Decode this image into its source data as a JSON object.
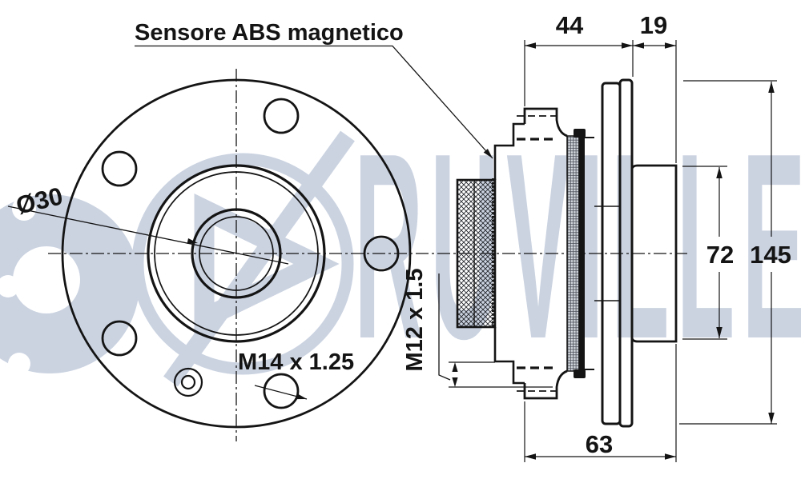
{
  "drawing": {
    "sensor_label": "Sensore ABS magnetico",
    "front_view": {
      "center_bore_label": "Ø30",
      "stud_thread_label": "M14 x 1.25"
    },
    "section_view": {
      "axle_thread_label": "M12 x 1.5"
    },
    "dimensions": {
      "bearing_width": "44",
      "outer_ring_width": "19",
      "outer_ring_diameter": "72",
      "flange_diameter": "145",
      "total_width": "63"
    },
    "watermark": {
      "text": "RUVILLE",
      "color": "#c9d2e0"
    },
    "colors": {
      "line": "#141414",
      "background": "#ffffff"
    }
  }
}
